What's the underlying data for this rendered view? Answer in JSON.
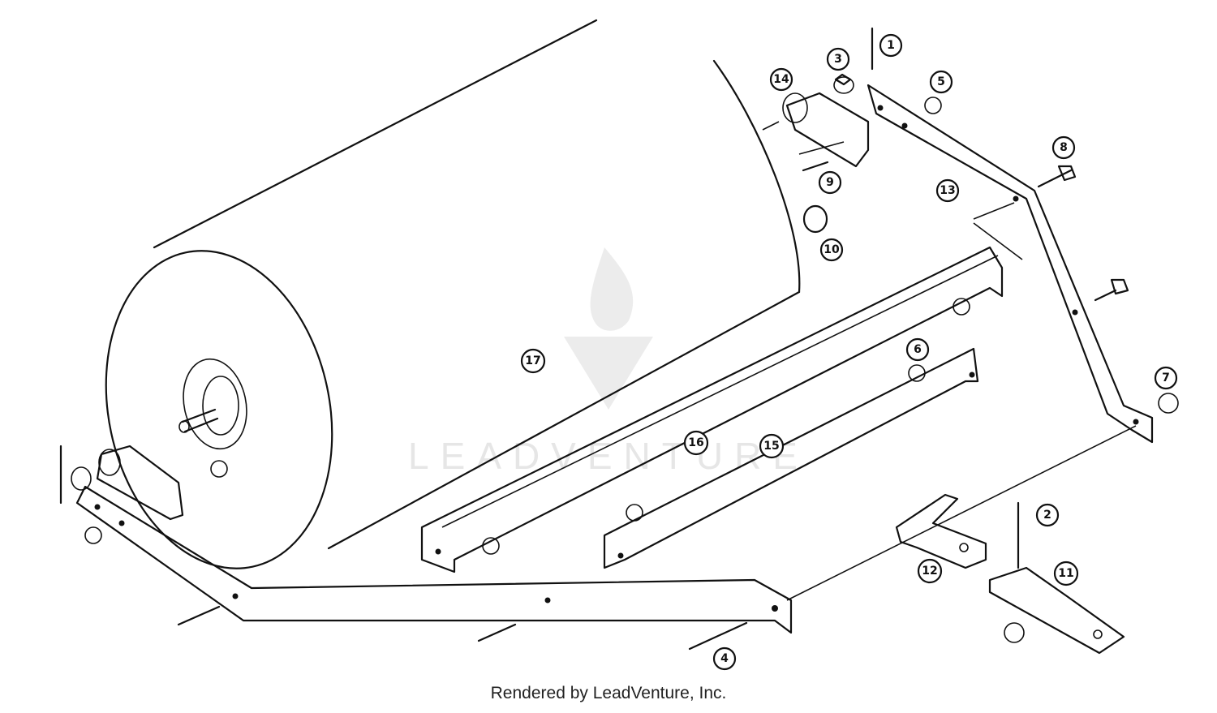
{
  "watermark": {
    "text": "LEADVENTURE"
  },
  "caption": "Rendered by LeadVenture, Inc.",
  "callouts": [
    {
      "label": "1"
    },
    {
      "label": "3"
    },
    {
      "label": "14"
    },
    {
      "label": "5"
    },
    {
      "label": "8"
    },
    {
      "label": "9"
    },
    {
      "label": "13"
    },
    {
      "label": "10"
    },
    {
      "label": "17"
    },
    {
      "label": "6"
    },
    {
      "label": "7"
    },
    {
      "label": "16"
    },
    {
      "label": "15"
    },
    {
      "label": "2"
    },
    {
      "label": "11"
    },
    {
      "label": "12"
    },
    {
      "label": "4"
    }
  ]
}
